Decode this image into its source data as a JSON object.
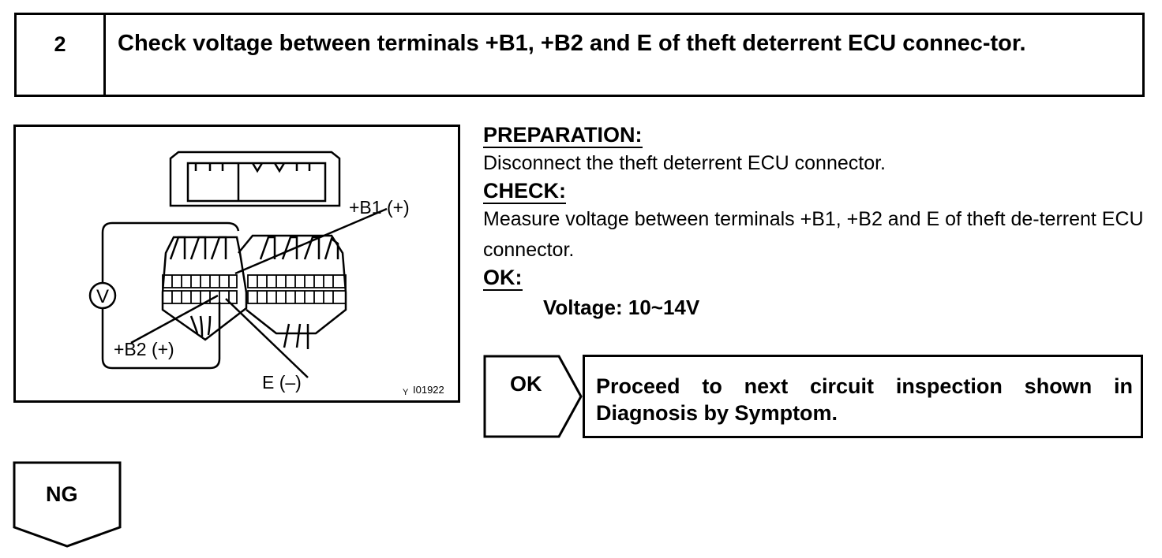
{
  "step": {
    "number": "2",
    "title": "Check voltage between terminals +B1, +B2 and E of theft deterrent ECU connec-tor."
  },
  "figure": {
    "labels": {
      "b1": "+B1 (+)",
      "b2": "+B2 (+)",
      "e": "E (–)",
      "meter": "V",
      "code_prefix": "Y",
      "code": "I01922"
    }
  },
  "preparation": {
    "heading": "PREPARATION:",
    "text": "Disconnect the theft deterrent ECU connector."
  },
  "check": {
    "heading": "CHECK:",
    "text": "Measure voltage between terminals +B1, +B2 and E of theft de-terrent ECU connector."
  },
  "ok_spec": {
    "heading": "OK:",
    "text": "Voltage: 10~14V"
  },
  "ok_flow": {
    "label": "OK",
    "text": "Proceed to next circuit inspection shown in Diagnosis by Symptom."
  },
  "ng_flow": {
    "label": "NG"
  }
}
